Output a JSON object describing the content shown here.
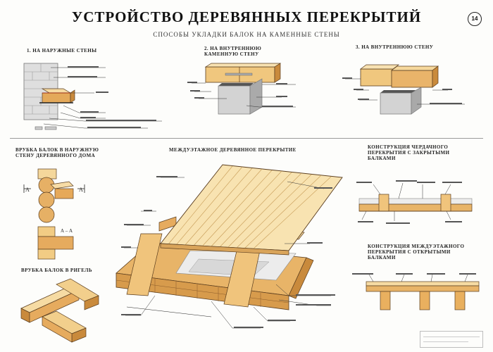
{
  "sheet": {
    "title": "УСТРОЙСТВО ДЕРЕВЯННЫХ ПЕРЕКРЫТИЙ",
    "subtitle": "СПОСОБЫ УКЛАДКИ БАЛОК НА КАМЕННЫЕ СТЕНЫ",
    "sheet_number": "14"
  },
  "sections": {
    "brick_wall_support": "1. НА НАРУЖНЫЕ СТЕНЫ",
    "inner_wall_support_1": "2. НА ВНУТРЕННЮЮ КАМЕННУЮ СТЕНУ",
    "inner_wall_support_2": "3. НА ВНУТРЕННЮЮ СТЕНУ",
    "log_wall_notch": "ВРУБКА БАЛОК В НАРУЖНУЮ СТЕНУ ДЕРЕВЯННОГО ДОМА",
    "girder_notch": "ВРУБКА БАЛОК В РИГЕЛЬ",
    "interfloor_floor": "МЕЖДУЭТАЖНОЕ ДЕРЕВЯННОЕ ПЕРЕКРЫТИЕ",
    "attic_closed_beams": "КОНСТРУКЦИЯ ЧЕРДАЧНОГО ПЕРЕКРЫТИЯ С ЗАКРЫТЫМИ БАЛКАМИ",
    "interfloor_open_beams": "КОНСТРУКЦИЯ МЕЖДУЭТАЖНОГО ПЕРЕКРЫТИЯ С ОТКРЫТЫМИ БАЛКАМИ"
  },
  "section_marks": {
    "a": "А",
    "aa": "А – А"
  },
  "colors": {
    "wood_light": "#f4d79b",
    "wood_mid": "#e8b468",
    "wood_dark": "#c98a3c",
    "brick": "#dcdcdc",
    "concrete": "#bdbdbd",
    "outline": "#5a3d1e",
    "leader": "#333333"
  }
}
